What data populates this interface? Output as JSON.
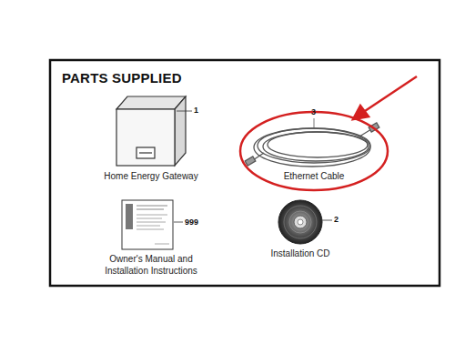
{
  "diagram": {
    "title": "PARTS SUPPLIED",
    "labels": [
      "1",
      "Home Energy Gateway",
      "3",
      "Ethernet Cable",
      "999",
      "Owner's Manual and Installation Instructions",
      "2",
      "Installation CD"
    ]
  }
}
